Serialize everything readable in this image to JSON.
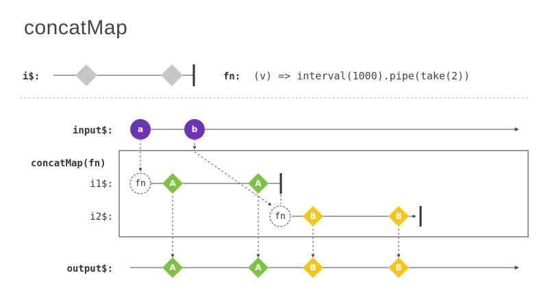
{
  "title": "concatMap",
  "legend": {
    "label": "i$:",
    "fn_label": "fn:",
    "fn_code": "(v) => interval(1000).pipe(take(2))"
  },
  "rows": {
    "input": {
      "label": "input$:",
      "markers": [
        "a",
        "b"
      ]
    },
    "operator": {
      "label": "concatMap(fn)"
    },
    "inner1": {
      "label": "i1$:",
      "fn_text": "fn",
      "markers": [
        "A",
        "A"
      ]
    },
    "inner2": {
      "label": "i2$:",
      "fn_text": "fn",
      "markers": [
        "B",
        "B"
      ]
    },
    "output": {
      "label": "output$:",
      "markers": [
        "A",
        "A",
        "B",
        "B"
      ]
    }
  },
  "colors": {
    "input_marker": "#6b35b3",
    "inner1_marker": "#7cc242",
    "inner2_marker": "#f5c518",
    "legend_marker": "#c6c6c6",
    "line": "#444444"
  }
}
